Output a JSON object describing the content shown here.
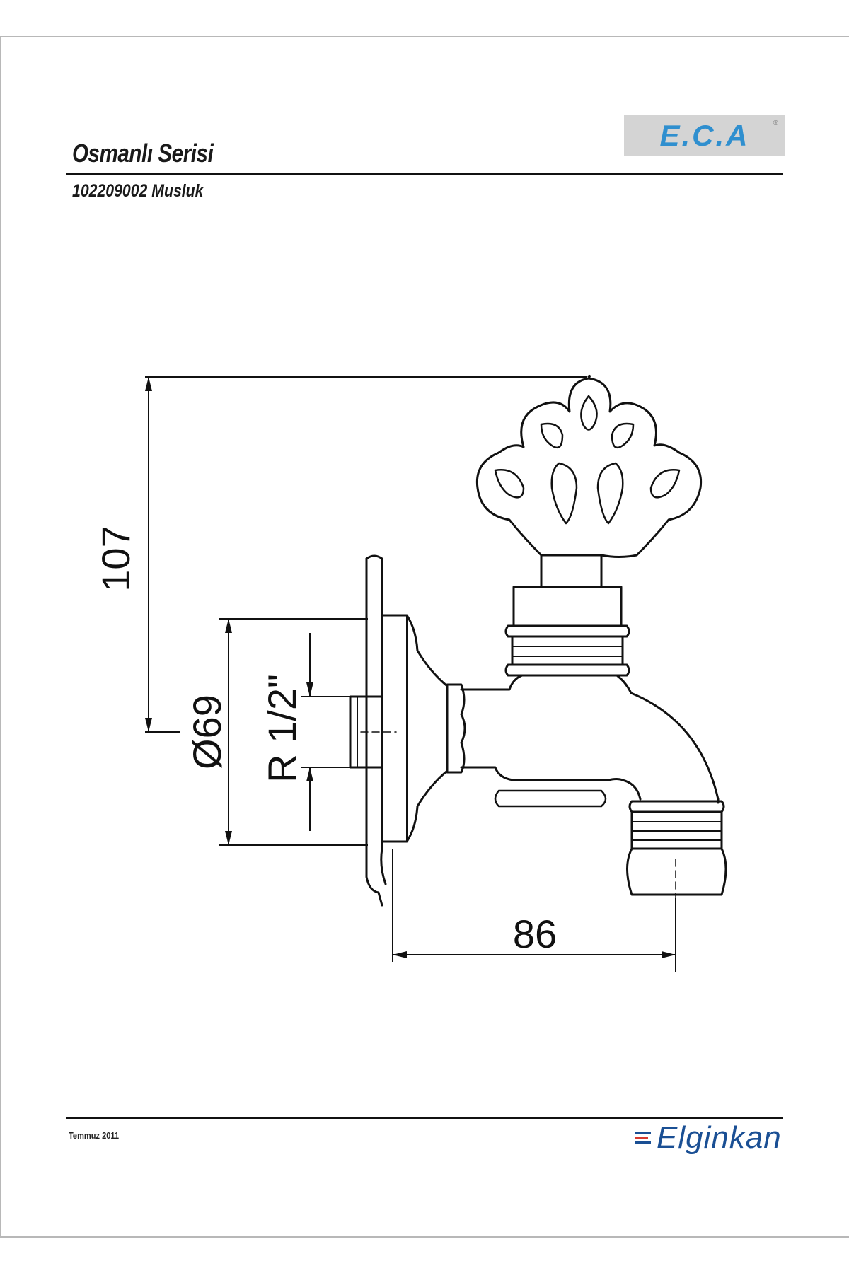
{
  "header": {
    "series_title": "Osmanlı Serisi",
    "product_code": "102209002 Musluk",
    "brand_logo": "E.C.A"
  },
  "drawing": {
    "dim_height": "107",
    "dim_flange_diameter": "Ø69",
    "dim_thread": "R 1/2\"",
    "dim_projection": "86"
  },
  "footer": {
    "date": "Temmuz 2011",
    "company": "Elginkan"
  },
  "colors": {
    "eca_blue": "#2f8fcf",
    "elginkan_blue": "#1a4f94",
    "elginkan_red": "#d63a2f",
    "line": "#111111"
  }
}
